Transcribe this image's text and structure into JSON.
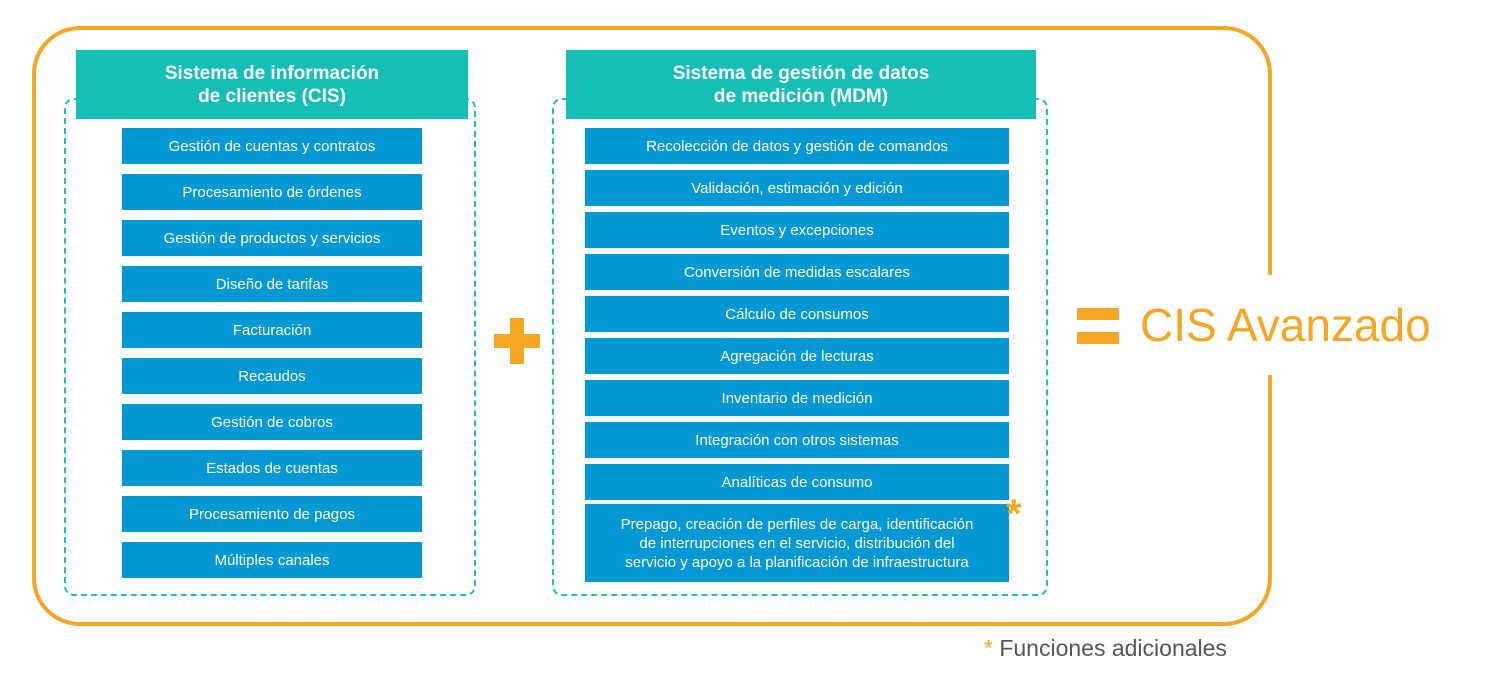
{
  "cis": {
    "title_line1": "Sistema de información",
    "title_line2": "de clientes (CIS)",
    "items": [
      "Gestión de cuentas y contratos",
      "Procesamiento de órdenes",
      "Gestión de productos y servicios",
      "Diseño de tarifas",
      "Facturación",
      "Recaudos",
      "Gestión de cobros",
      "Estados de cuentas",
      "Procesamiento de pagos",
      "Múltiples canales"
    ]
  },
  "mdm": {
    "title_line1": "Sistema de gestión de datos",
    "title_line2": "de medición (MDM)",
    "items": [
      "Recolección de datos y gestión de comandos",
      "Validación, estimación y edición",
      "Eventos y excepciones",
      "Conversión de medidas escalares",
      "Cálculo de consumos",
      "Agregación de lecturas",
      "Inventario de medición",
      "Integración con otros sistemas",
      "Analíticas de consumo"
    ],
    "additional": {
      "line1": "Prepago, creación de perfiles de carga, identificación",
      "line2": "de interrupciones en el servicio, distribución del",
      "line3": "servicio y apoyo a la planificación de infraestructura"
    },
    "asterisk": "*"
  },
  "result": "CIS Avanzado",
  "footnote": {
    "marker": "*",
    "text": "Funciones adicionales"
  },
  "colors": {
    "accent": "#f5a623",
    "header": "#15bfb5",
    "box": "#0498d4",
    "dashed": "#1fc1b5"
  }
}
